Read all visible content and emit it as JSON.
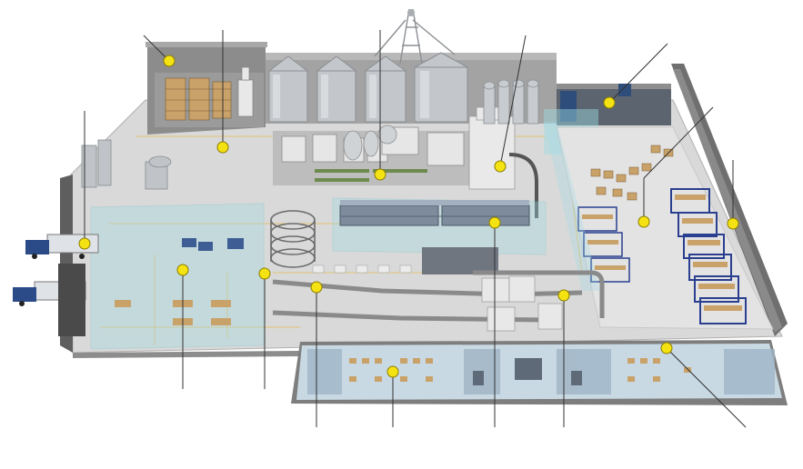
{
  "diagram": {
    "kind": "isometric factory floor plan with callout markers",
    "labels_visible": false,
    "colors": {
      "background": "#ffffff",
      "floor": "#dcdcdc",
      "wall": "#9a9a9a",
      "wall_dark": "#7e7e7e",
      "zone_glass": "#9fdbe3",
      "marker": "#f5e212",
      "marker_stroke": "#8a7d00",
      "callout_line": "#333333",
      "rack_blue": "#2a3f8f",
      "pallet": "#c9a26a",
      "truck_blue": "#2b4a88",
      "silo": "#bfc3c7"
    },
    "markers": [
      {
        "id": "marker-raw-material-store"
      },
      {
        "id": "marker-feed-hoppers"
      },
      {
        "id": "marker-silos-processing"
      },
      {
        "id": "marker-mixing-area"
      },
      {
        "id": "marker-shipping-dock"
      },
      {
        "id": "marker-tank-area"
      },
      {
        "id": "marker-quality-lab"
      },
      {
        "id": "marker-finished-goods-racking"
      },
      {
        "id": "marker-truck-loading"
      },
      {
        "id": "marker-receiving-area"
      },
      {
        "id": "marker-spiral-conveyor"
      },
      {
        "id": "marker-packaging-line"
      },
      {
        "id": "marker-oven-line"
      },
      {
        "id": "marker-conveyor-junction"
      },
      {
        "id": "marker-office-area"
      },
      {
        "id": "marker-control-room"
      }
    ]
  }
}
